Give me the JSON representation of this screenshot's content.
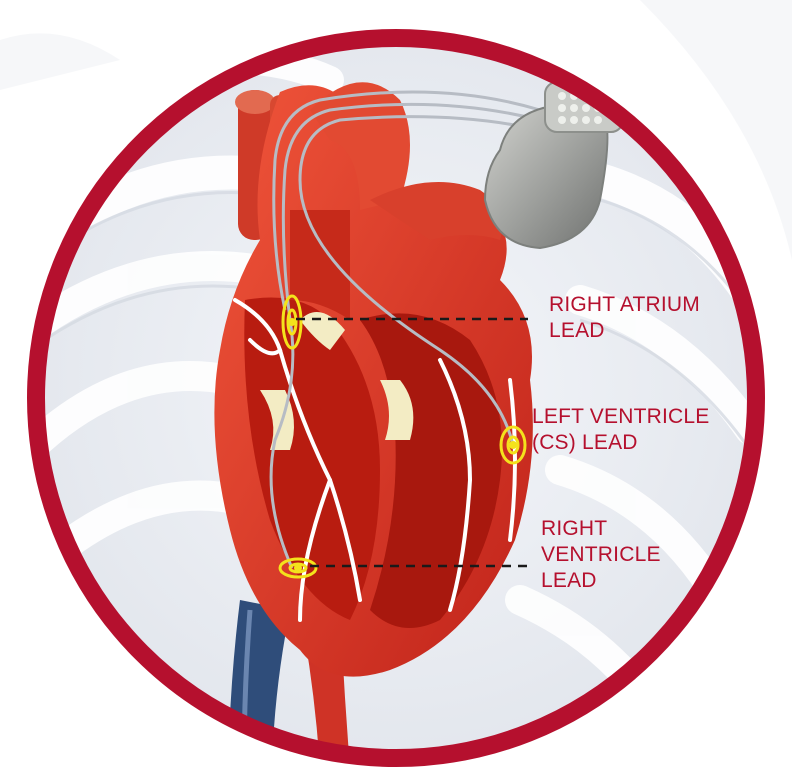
{
  "colors": {
    "ring": "#b5102e",
    "label_text": "#b5102e",
    "heart_tissue": "#d8321f",
    "heart_inner": "#b81c10",
    "vein_blue": "#2f4d7a",
    "lead_marker": "#f4e21c",
    "generator_metal": "#a4a6a3"
  },
  "labels": {
    "right_atrium": {
      "line1": "RIGHT ATRIUM",
      "line2": "LEAD"
    },
    "left_ventricle": {
      "line1": "LEFT VENTRICLE",
      "line2": "(CS) LEAD"
    },
    "right_ventricle": {
      "line1": "RIGHT",
      "line2": "VENTRICLE",
      "line3": "LEAD"
    }
  },
  "icons": {
    "pacemaker": "pacemaker-generator-icon",
    "lead_tip": "lead-tip-marker-icon"
  }
}
